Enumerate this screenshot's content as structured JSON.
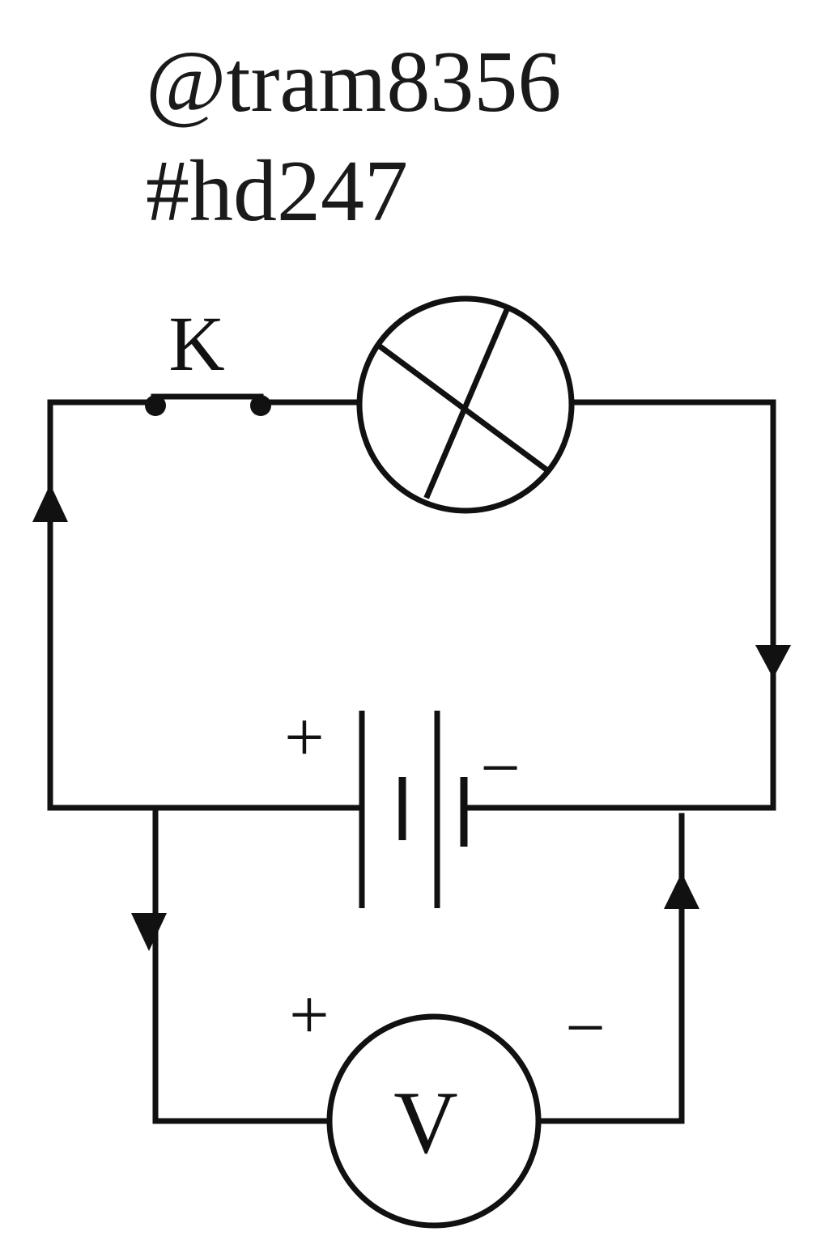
{
  "captions": {
    "handle": "@tram8356",
    "tag": "#hd247"
  },
  "labels": {
    "switch": "K",
    "battery_plus": "+",
    "battery_minus": "−",
    "voltmeter_plus": "+",
    "voltmeter_minus": "−",
    "voltmeter": "V"
  },
  "colors": {
    "stroke": "#111111",
    "background": "#ffffff"
  }
}
